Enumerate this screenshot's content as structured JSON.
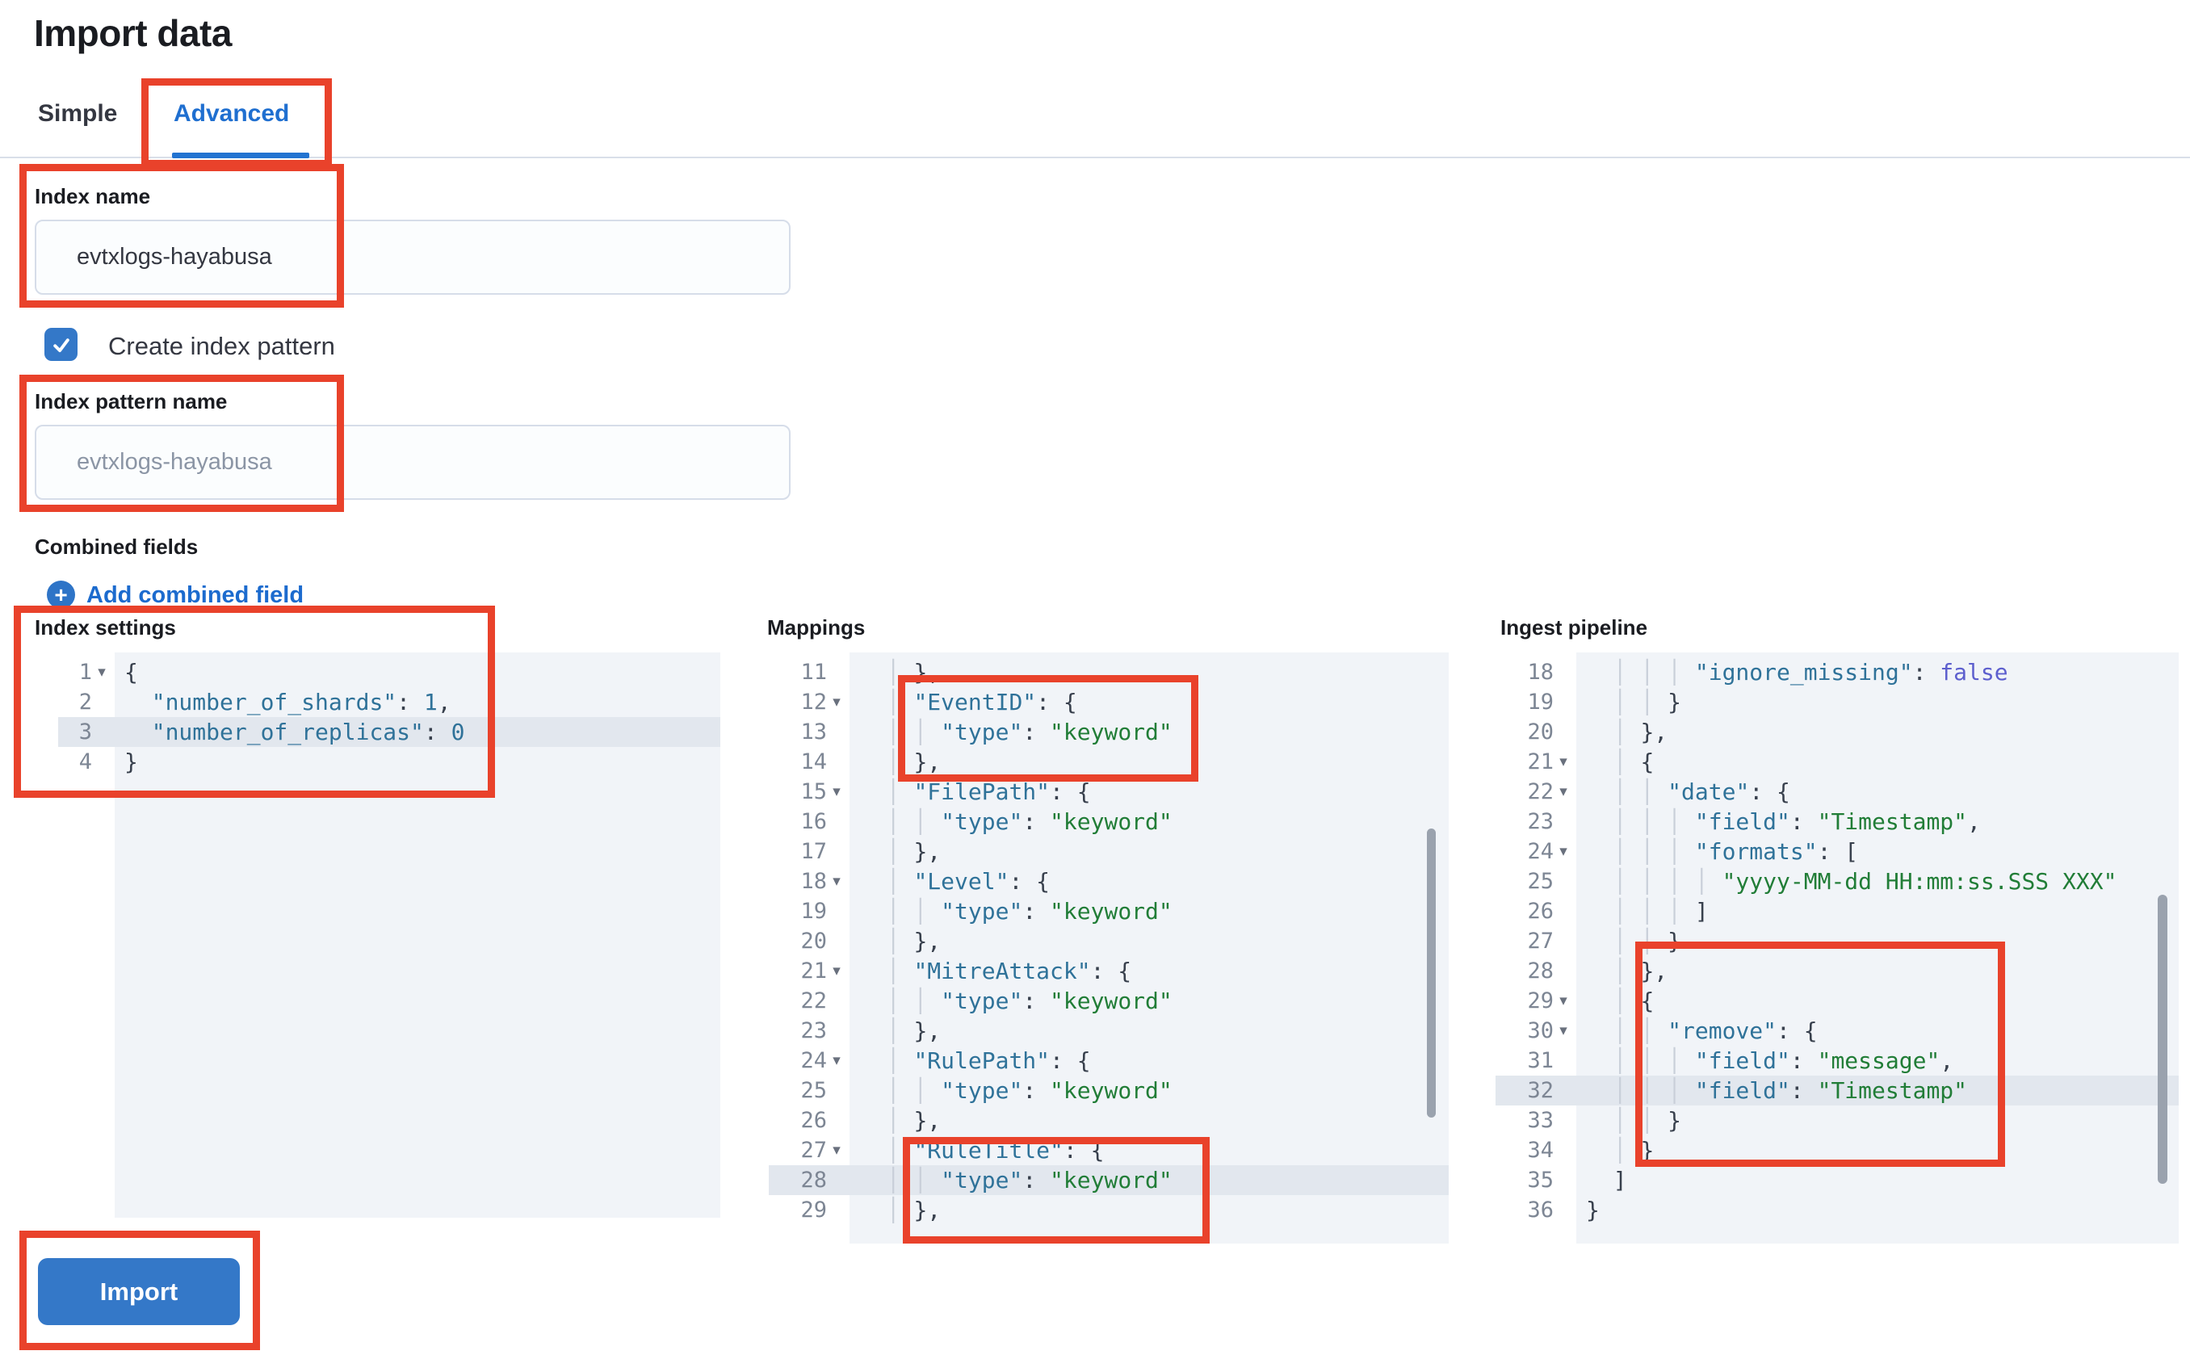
{
  "page": {
    "title": "Import data"
  },
  "tabs": [
    {
      "label": "Simple",
      "active": false
    },
    {
      "label": "Advanced",
      "active": true
    }
  ],
  "form": {
    "index_name": {
      "label": "Index name",
      "value": "evtxlogs-hayabusa"
    },
    "create_index_pattern": {
      "label": "Create index pattern",
      "checked": true
    },
    "index_pattern_name": {
      "label": "Index pattern name",
      "placeholder": "evtxlogs-hayabusa"
    },
    "combined_fields": {
      "label": "Combined fields",
      "add_link": "Add combined field"
    }
  },
  "icons": {
    "plus_icon": "+",
    "check_icon": "✓",
    "fold_arrow_icon": "▾"
  },
  "editors": [
    {
      "id": "index-settings",
      "label": "Index settings",
      "active_line": 3,
      "lines": [
        {
          "n": 1,
          "i": 0,
          "f": 1,
          "segs": [
            [
              "p",
              "{"
            ]
          ]
        },
        {
          "n": 2,
          "i": 1,
          "segs": [
            [
              "k",
              "\"number_of_shards\""
            ],
            [
              "p",
              ": "
            ],
            [
              "n",
              "1"
            ],
            [
              "p",
              ","
            ]
          ]
        },
        {
          "n": 3,
          "i": 1,
          "h": 1,
          "segs": [
            [
              "k",
              "\"number_of_replicas\""
            ],
            [
              "p",
              ": "
            ],
            [
              "n",
              "0"
            ]
          ]
        },
        {
          "n": 4,
          "i": 0,
          "segs": [
            [
              "p",
              "}"
            ]
          ]
        }
      ]
    },
    {
      "id": "mappings",
      "label": "Mappings",
      "active_line": 28,
      "lines": [
        {
          "n": 11,
          "i": 2,
          "segs": [
            [
              "p",
              "},"
            ]
          ]
        },
        {
          "n": 12,
          "i": 2,
          "f": 1,
          "segs": [
            [
              "k",
              "\"EventID\""
            ],
            [
              "p",
              ": {"
            ]
          ]
        },
        {
          "n": 13,
          "i": 3,
          "segs": [
            [
              "k",
              "\"type\""
            ],
            [
              "p",
              ": "
            ],
            [
              "s",
              "\"keyword\""
            ]
          ]
        },
        {
          "n": 14,
          "i": 2,
          "segs": [
            [
              "p",
              "},"
            ]
          ]
        },
        {
          "n": 15,
          "i": 2,
          "f": 1,
          "segs": [
            [
              "k",
              "\"FilePath\""
            ],
            [
              "p",
              ": {"
            ]
          ]
        },
        {
          "n": 16,
          "i": 3,
          "segs": [
            [
              "k",
              "\"type\""
            ],
            [
              "p",
              ": "
            ],
            [
              "s",
              "\"keyword\""
            ]
          ]
        },
        {
          "n": 17,
          "i": 2,
          "segs": [
            [
              "p",
              "},"
            ]
          ]
        },
        {
          "n": 18,
          "i": 2,
          "f": 1,
          "segs": [
            [
              "k",
              "\"Level\""
            ],
            [
              "p",
              ": {"
            ]
          ]
        },
        {
          "n": 19,
          "i": 3,
          "segs": [
            [
              "k",
              "\"type\""
            ],
            [
              "p",
              ": "
            ],
            [
              "s",
              "\"keyword\""
            ]
          ]
        },
        {
          "n": 20,
          "i": 2,
          "segs": [
            [
              "p",
              "},"
            ]
          ]
        },
        {
          "n": 21,
          "i": 2,
          "f": 1,
          "segs": [
            [
              "k",
              "\"MitreAttack\""
            ],
            [
              "p",
              ": {"
            ]
          ]
        },
        {
          "n": 22,
          "i": 3,
          "segs": [
            [
              "k",
              "\"type\""
            ],
            [
              "p",
              ": "
            ],
            [
              "s",
              "\"keyword\""
            ]
          ]
        },
        {
          "n": 23,
          "i": 2,
          "segs": [
            [
              "p",
              "},"
            ]
          ]
        },
        {
          "n": 24,
          "i": 2,
          "f": 1,
          "segs": [
            [
              "k",
              "\"RulePath\""
            ],
            [
              "p",
              ": {"
            ]
          ]
        },
        {
          "n": 25,
          "i": 3,
          "segs": [
            [
              "k",
              "\"type\""
            ],
            [
              "p",
              ": "
            ],
            [
              "s",
              "\"keyword\""
            ]
          ]
        },
        {
          "n": 26,
          "i": 2,
          "segs": [
            [
              "p",
              "},"
            ]
          ]
        },
        {
          "n": 27,
          "i": 2,
          "f": 1,
          "segs": [
            [
              "k",
              "\"RuleTitle\""
            ],
            [
              "p",
              ": {"
            ]
          ]
        },
        {
          "n": 28,
          "i": 3,
          "h": 1,
          "segs": [
            [
              "k",
              "\"type\""
            ],
            [
              "p",
              ": "
            ],
            [
              "s",
              "\"keyword\""
            ]
          ]
        },
        {
          "n": 29,
          "i": 2,
          "segs": [
            [
              "p",
              "},"
            ]
          ]
        }
      ]
    },
    {
      "id": "ingest-pipeline",
      "label": "Ingest pipeline",
      "active_line": 32,
      "lines": [
        {
          "n": 18,
          "i": 4,
          "segs": [
            [
              "k",
              "\"ignore_missing\""
            ],
            [
              "p",
              ": "
            ],
            [
              "b",
              "false"
            ]
          ]
        },
        {
          "n": 19,
          "i": 3,
          "segs": [
            [
              "p",
              "}"
            ]
          ]
        },
        {
          "n": 20,
          "i": 2,
          "segs": [
            [
              "p",
              "},"
            ]
          ]
        },
        {
          "n": 21,
          "i": 2,
          "f": 1,
          "segs": [
            [
              "p",
              "{"
            ]
          ]
        },
        {
          "n": 22,
          "i": 3,
          "f": 1,
          "segs": [
            [
              "k",
              "\"date\""
            ],
            [
              "p",
              ": {"
            ]
          ]
        },
        {
          "n": 23,
          "i": 4,
          "segs": [
            [
              "k",
              "\"field\""
            ],
            [
              "p",
              ": "
            ],
            [
              "s",
              "\"Timestamp\""
            ],
            [
              "p",
              ","
            ]
          ]
        },
        {
          "n": 24,
          "i": 4,
          "f": 1,
          "segs": [
            [
              "k",
              "\"formats\""
            ],
            [
              "p",
              ": ["
            ]
          ]
        },
        {
          "n": 25,
          "i": 5,
          "segs": [
            [
              "s",
              "\"yyyy-MM-dd HH:mm:ss.SSS XXX\""
            ]
          ]
        },
        {
          "n": 26,
          "i": 4,
          "segs": [
            [
              "p",
              "]"
            ]
          ]
        },
        {
          "n": 27,
          "i": 3,
          "segs": [
            [
              "p",
              "}"
            ]
          ]
        },
        {
          "n": 28,
          "i": 2,
          "segs": [
            [
              "p",
              "},"
            ]
          ]
        },
        {
          "n": 29,
          "i": 2,
          "f": 1,
          "segs": [
            [
              "p",
              "{"
            ]
          ]
        },
        {
          "n": 30,
          "i": 3,
          "f": 1,
          "segs": [
            [
              "k",
              "\"remove\""
            ],
            [
              "p",
              ": {"
            ]
          ]
        },
        {
          "n": 31,
          "i": 4,
          "segs": [
            [
              "k",
              "\"field\""
            ],
            [
              "p",
              ": "
            ],
            [
              "s",
              "\"message\""
            ],
            [
              "p",
              ","
            ]
          ]
        },
        {
          "n": 32,
          "i": 4,
          "h": 1,
          "segs": [
            [
              "k",
              "\"field\""
            ],
            [
              "p",
              ": "
            ],
            [
              "s",
              "\"Timestamp\""
            ]
          ]
        },
        {
          "n": 33,
          "i": 3,
          "segs": [
            [
              "p",
              "}"
            ]
          ]
        },
        {
          "n": 34,
          "i": 2,
          "segs": [
            [
              "p",
              "}"
            ]
          ]
        },
        {
          "n": 35,
          "i": 1,
          "segs": [
            [
              "p",
              "]"
            ]
          ]
        },
        {
          "n": 36,
          "i": 0,
          "segs": [
            [
              "p",
              "}"
            ]
          ]
        }
      ]
    }
  ],
  "import_button": {
    "label": "Import"
  },
  "colors": {
    "annotation_red": "#e9422b",
    "primary_blue": "#3478c8",
    "tab_active_blue": "#1f6fd0",
    "link_blue": "#1c6bce",
    "code_key": "#2f7299",
    "code_string": "#217d37",
    "code_number": "#2f7299",
    "code_boolean": "#5d5fce",
    "editor_bg": "#f1f4f8",
    "active_line_bg": "#e2e7ee"
  }
}
